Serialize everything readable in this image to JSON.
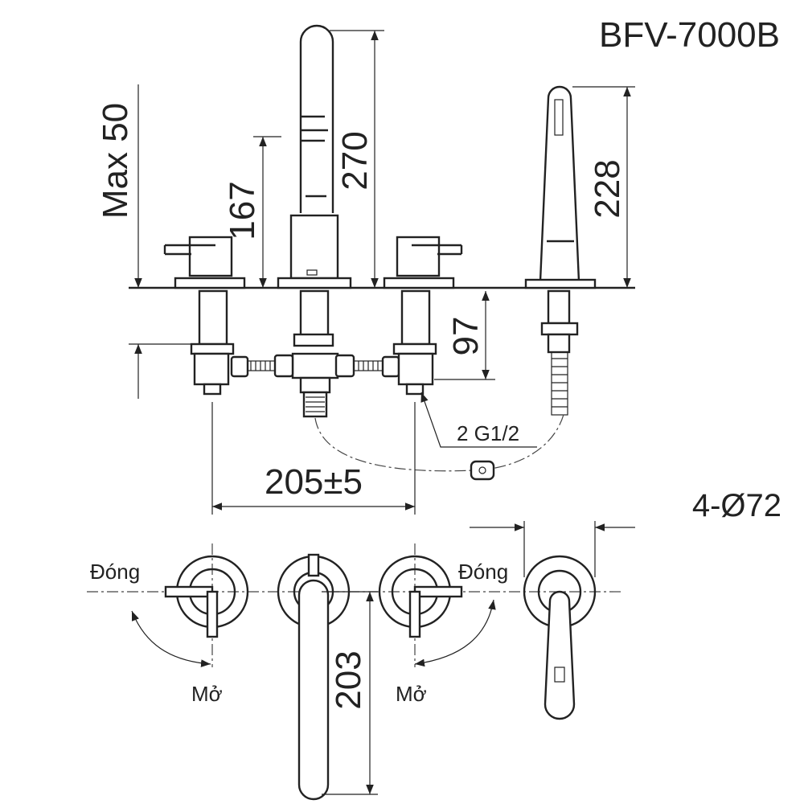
{
  "drawing": {
    "model": "BFV-7000B",
    "dimensions": {
      "spout_height": "270",
      "handle_height": "167",
      "deck_thickness": "Max 50",
      "shank_length": "97",
      "handshower_height": "228",
      "center_distance": "205±5",
      "hole_spec": "4-Ø72",
      "spout_reach": "203",
      "inlet": "2 G1/2"
    },
    "labels": {
      "close_left": "Đóng",
      "open_left": "Mở",
      "close_right": "Đóng",
      "open_right": "Mở"
    },
    "colors": {
      "line": "#222222",
      "background": "#ffffff"
    }
  }
}
